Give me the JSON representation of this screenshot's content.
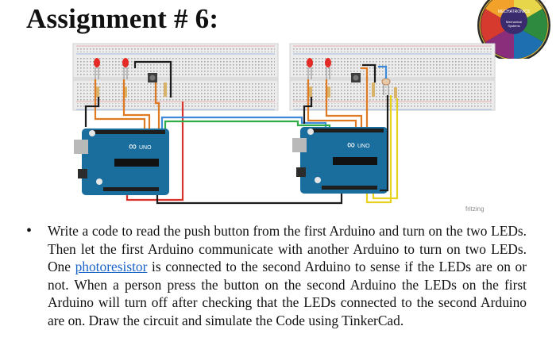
{
  "title": "Assignment # 6:",
  "logo": {
    "center_text": "MECHATRONICS",
    "segment_text": [
      "Mechanical",
      "Systems"
    ],
    "colors": [
      "#e8d64a",
      "#2e8a3e",
      "#1e6fb0",
      "#8a2e7c",
      "#d63a2e",
      "#f2a22a"
    ]
  },
  "diagram": {
    "left_board_label": "UNO",
    "right_board_label": "UNO",
    "watermark": "fritzing",
    "wire_colors": {
      "orange": "#e07a22",
      "green": "#2fae48",
      "blue": "#3e8ad8",
      "red": "#d8332b",
      "black": "#1b1b1b",
      "yellow": "#e7d21f"
    }
  },
  "bullet": "•",
  "paragraph": {
    "before_link": "Write a code to read the push button from the first Arduino and turn on the two LEDs. Then let the first Arduino communicate with another Arduino to turn on two LEDs. One ",
    "link_text": "photoresistor",
    "after_link": " is connected to the second Arduino to sense if the LEDs are on or not. When a person press the button on the second Arduino the LEDs on the first Arduino will turn off after checking that the LEDs connected to the second Arduino are on. Draw the circuit and simulate the Code using TinkerCad."
  }
}
